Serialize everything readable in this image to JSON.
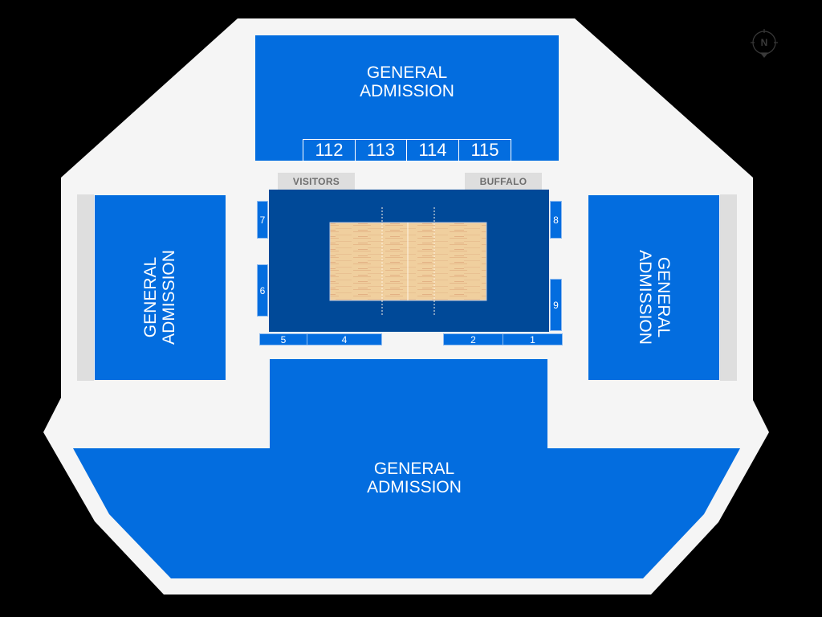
{
  "colors": {
    "background": "#000000",
    "floor": "#f5f5f5",
    "section_blue": "#036ddf",
    "court_blue": "#004998",
    "court_wood": "#f0cf9e",
    "bench_grey": "#dedede",
    "bench_text": "#6e6e6e"
  },
  "compass": {
    "label": "N",
    "icon": "compass-north-icon"
  },
  "sections": {
    "top_ga": {
      "line1": "GENERAL",
      "line2": "ADMISSION"
    },
    "left_ga": {
      "line1": "GENERAL",
      "line2": "ADMISSION"
    },
    "right_ga": {
      "line1": "GENERAL",
      "line2": "ADMISSION"
    },
    "bottom_ga": {
      "line1": "GENERAL",
      "line2": "ADMISSION"
    },
    "top_row": [
      "112",
      "113",
      "114",
      "115"
    ],
    "courtside": {
      "s1": "1",
      "s2": "2",
      "s4": "4",
      "s5": "5",
      "s6": "6",
      "s7": "7",
      "s8": "8",
      "s9": "9"
    }
  },
  "benches": {
    "visitors": "VISITORS",
    "home": "BUFFALO"
  }
}
